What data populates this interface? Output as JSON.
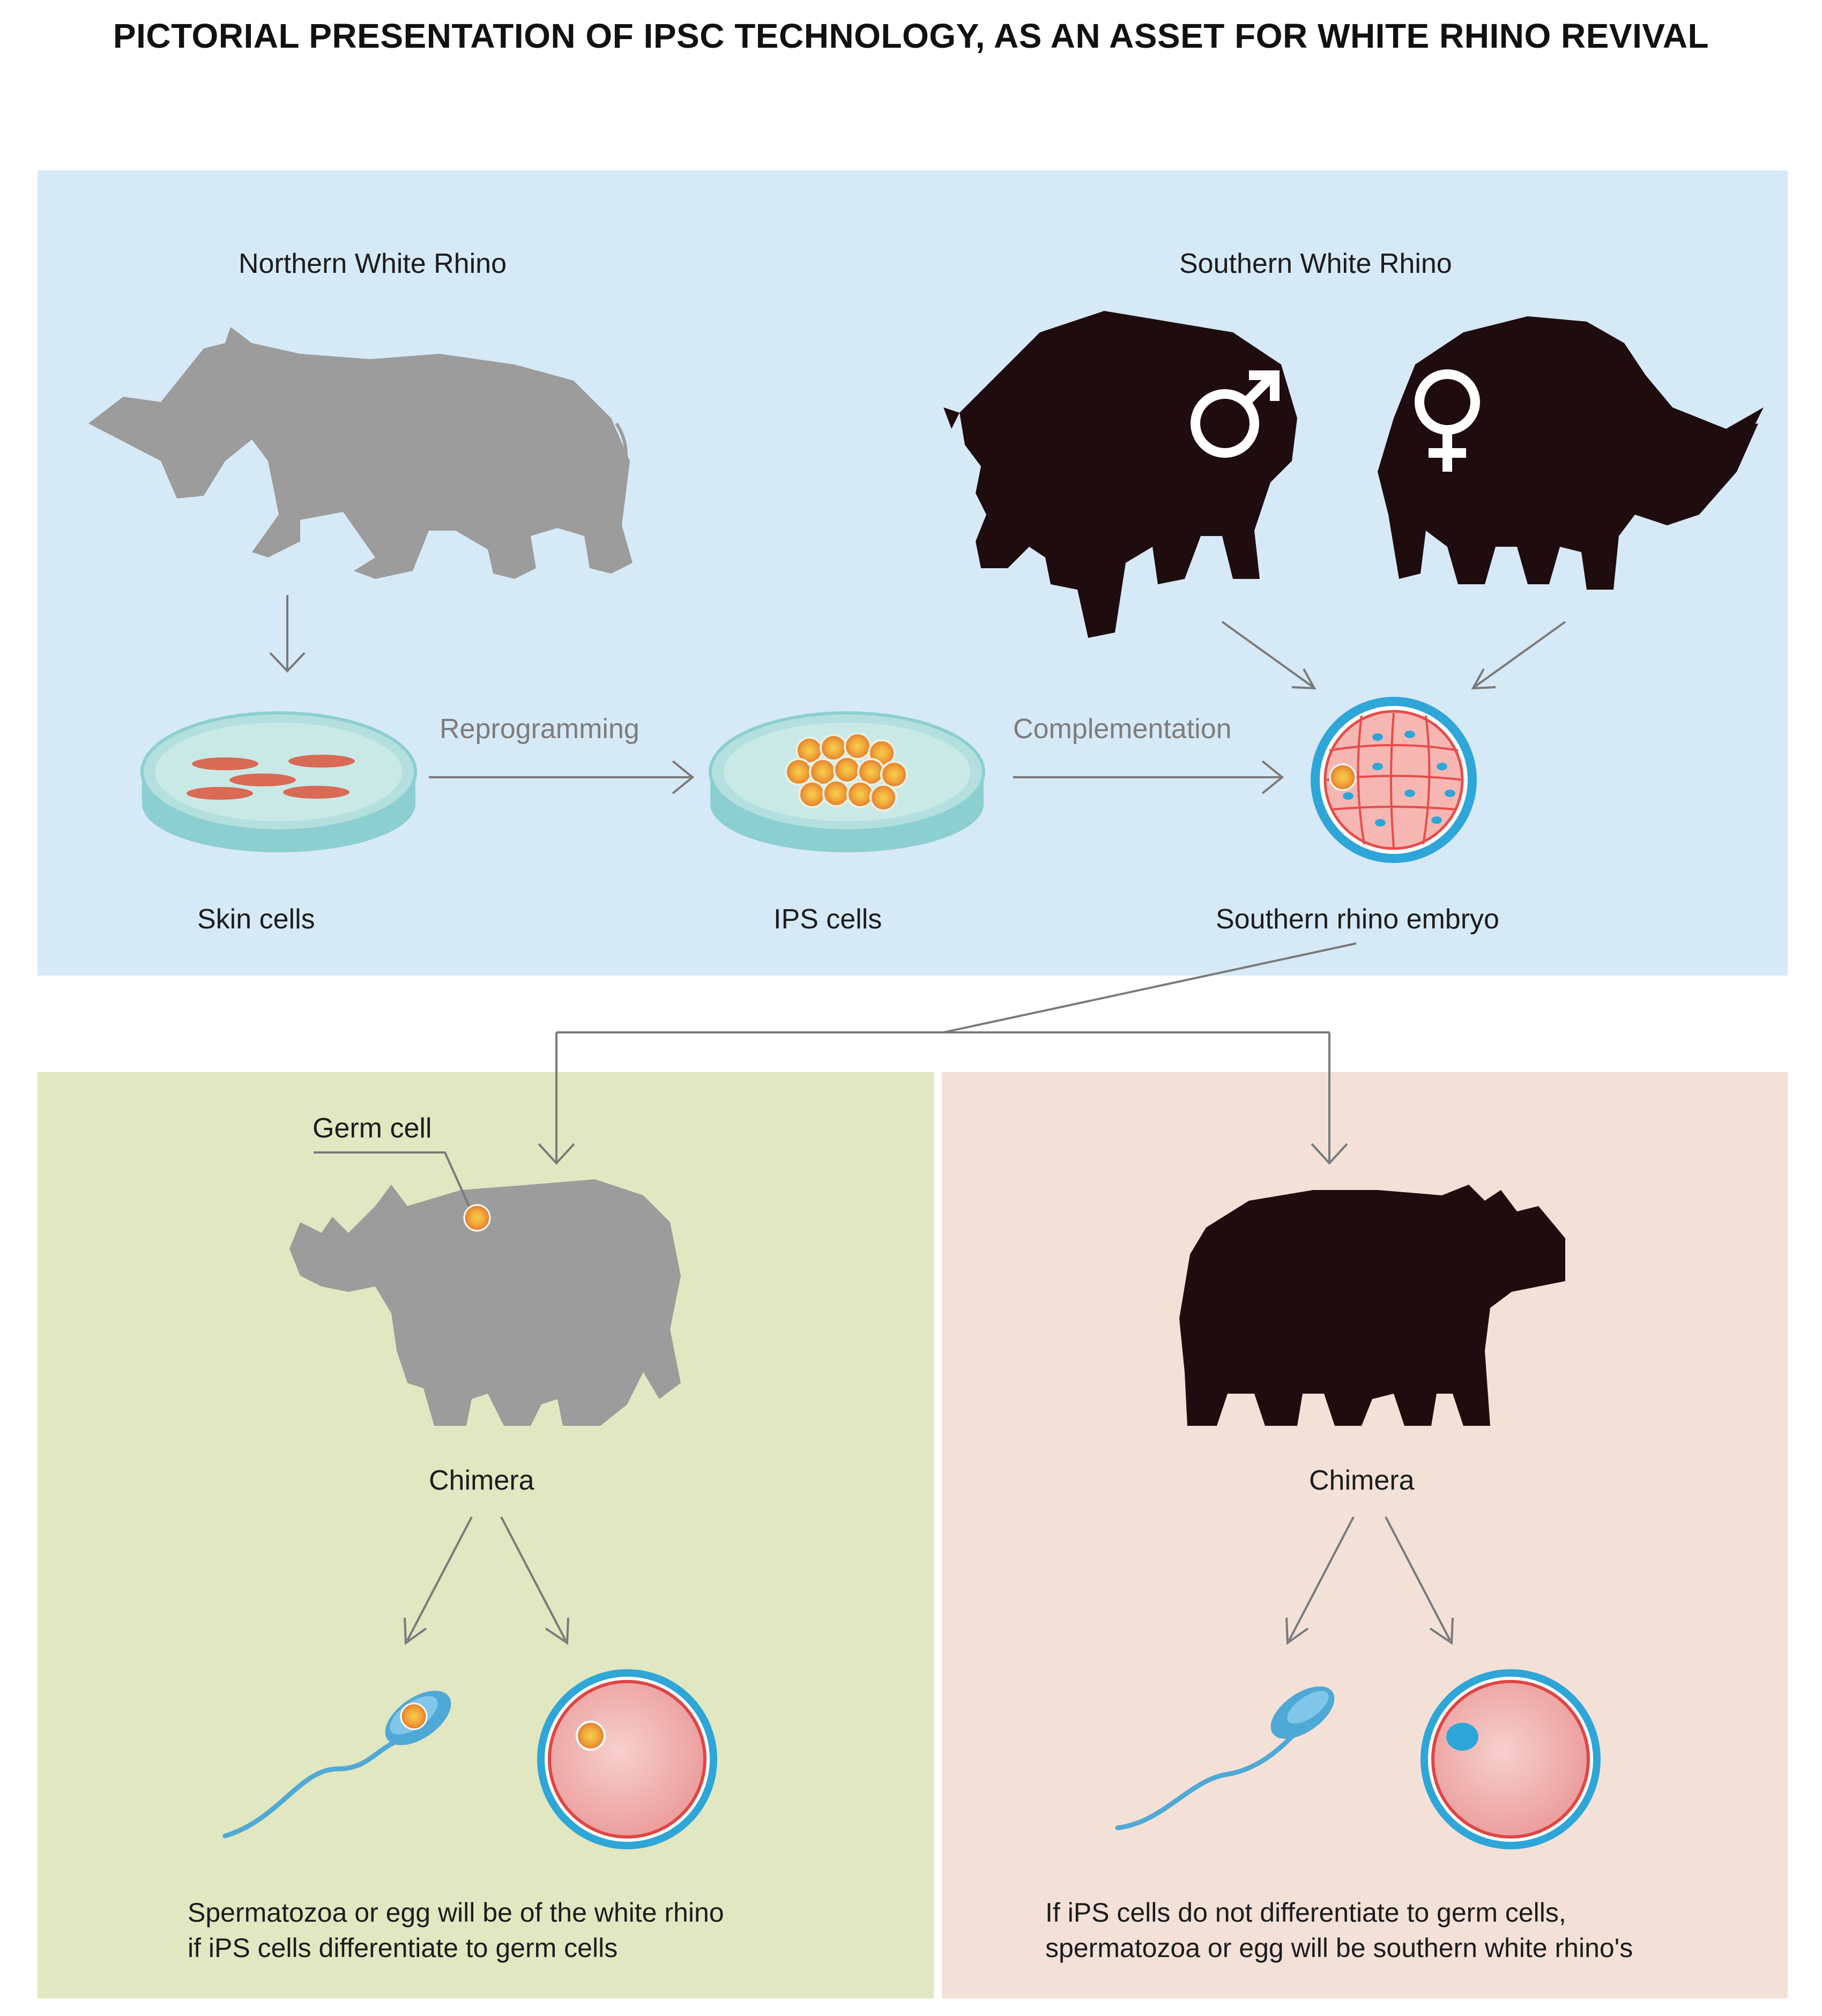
{
  "title": "PICTORIAL PRESENTATION OF IPSC TECHNOLOGY, AS AN ASSET FOR WHITE RHINO REVIVAL",
  "top_panel": {
    "northern_label": "Northern White Rhino",
    "southern_label": "Southern White Rhino",
    "skin_cells_label": "Skin cells",
    "ips_cells_label": "IPS cells",
    "embryo_label": "Southern rhino embryo",
    "reprogramming_label": "Reprogramming",
    "complementation_label": "Complementation"
  },
  "left_panel": {
    "germ_cell_label": "Germ cell",
    "chimera_label": "Chimera",
    "caption_line1": "Spermatozoa or egg will be of the white rhino",
    "caption_line2": "if iPS cells differentiate to germ cells"
  },
  "right_panel": {
    "chimera_label": "Chimera",
    "caption_line1": "If iPS cells do not differentiate to germ cells,",
    "caption_line2": "spermatozoa or egg will be southern white rhino's"
  },
  "colors": {
    "top_panel_bg": "#d6e9f6",
    "left_panel_bg": "#e1e7c0",
    "right_panel_bg": "#f3e1d8",
    "northern_rhino": "#9c9c9c",
    "southern_rhino": "#1f0c0e",
    "arrow": "#7a7a7a",
    "sperm_blue": "#4fa9d6",
    "egg_pink": "#f2b8b8"
  }
}
